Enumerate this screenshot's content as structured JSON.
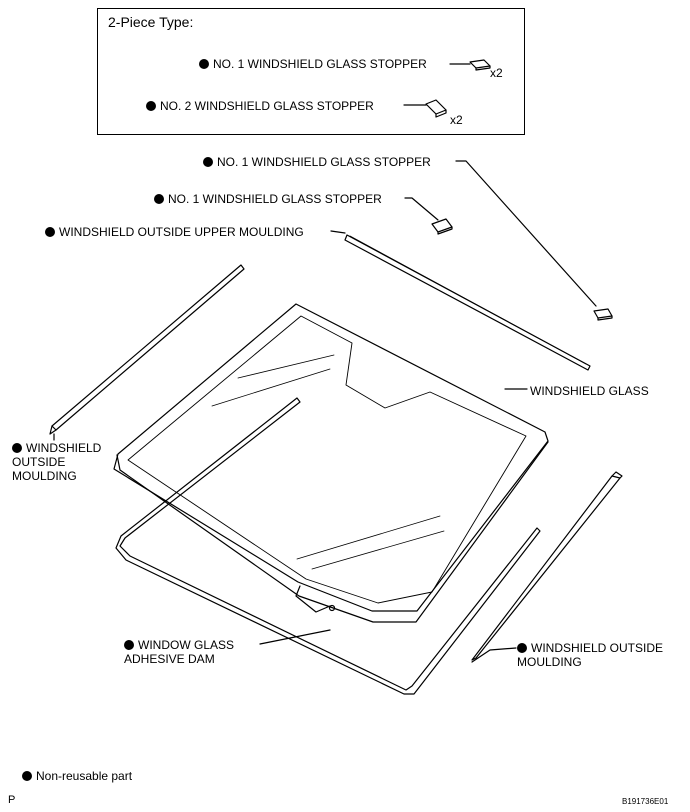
{
  "inset": {
    "title": "2-Piece Type:",
    "stopper1_label": "NO. 1 WINDSHIELD GLASS STOPPER",
    "stopper1_qty": "x2",
    "stopper2_label": "NO. 2 WINDSHIELD GLASS STOPPER",
    "stopper2_qty": "x2"
  },
  "labels": {
    "stopper_right": "NO. 1 WINDSHIELD GLASS STOPPER",
    "stopper_center": "NO. 1 WINDSHIELD GLASS STOPPER",
    "upper_moulding": "WINDSHIELD OUTSIDE UPPER MOULDING",
    "windshield_glass": "WINDSHIELD GLASS",
    "outside_moulding_left": "WINDSHIELD OUTSIDE MOULDING",
    "outside_moulding_right": "WINDSHIELD OUTSIDE MOULDING",
    "adhesive_dam": "WINDOW GLASS ADHESIVE DAM"
  },
  "legend": {
    "non_reusable": "Non-reusable part"
  },
  "footer": {
    "left_mark": "P",
    "figure_id": "B191736E01"
  }
}
